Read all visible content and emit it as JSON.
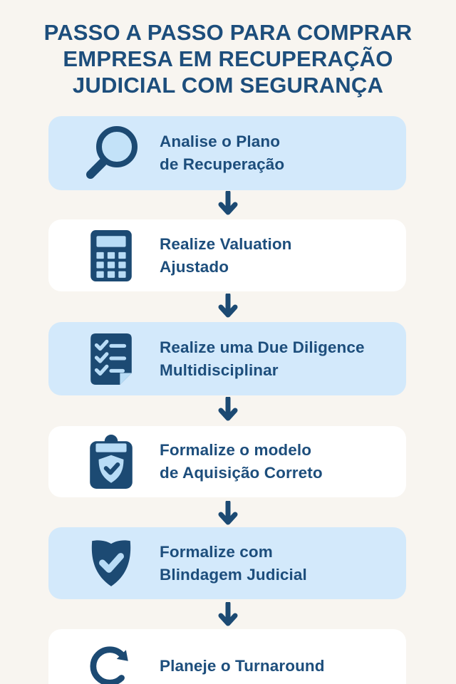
{
  "title": {
    "lines": [
      "PASSO A PASSO PARA COMPRAR",
      "EMPRESA EM RECUPERAÇÃO",
      "JUDICIAL COM SEGURANÇA"
    ]
  },
  "steps": [
    {
      "icon": "magnifier-icon",
      "lines": [
        "Analise o Plano",
        "de Recuperação"
      ]
    },
    {
      "icon": "calculator-icon",
      "lines": [
        "Realize Valuation",
        "Ajustado"
      ]
    },
    {
      "icon": "checklist-icon",
      "lines": [
        "Realize uma Due Diligence",
        "Multidisciplinar"
      ]
    },
    {
      "icon": "clipboard-shield-icon",
      "lines": [
        "Formalize o modelo",
        "de Aquisição Correto"
      ]
    },
    {
      "icon": "shield-check-icon",
      "lines": [
        "Formalize com",
        "Blindagem Judicial"
      ]
    },
    {
      "icon": "refresh-icon",
      "lines": [
        "Planeje o Turnaround"
      ]
    }
  ],
  "colors": {
    "background": "#f8f5f0",
    "card_blue": "#d3e9fb",
    "card_white": "#ffffff",
    "navy": "#1c4a73",
    "text_navy": "#1d4e7c",
    "icon_accent": "#b8dcf6",
    "lens_blue": "#c3e2f8"
  }
}
